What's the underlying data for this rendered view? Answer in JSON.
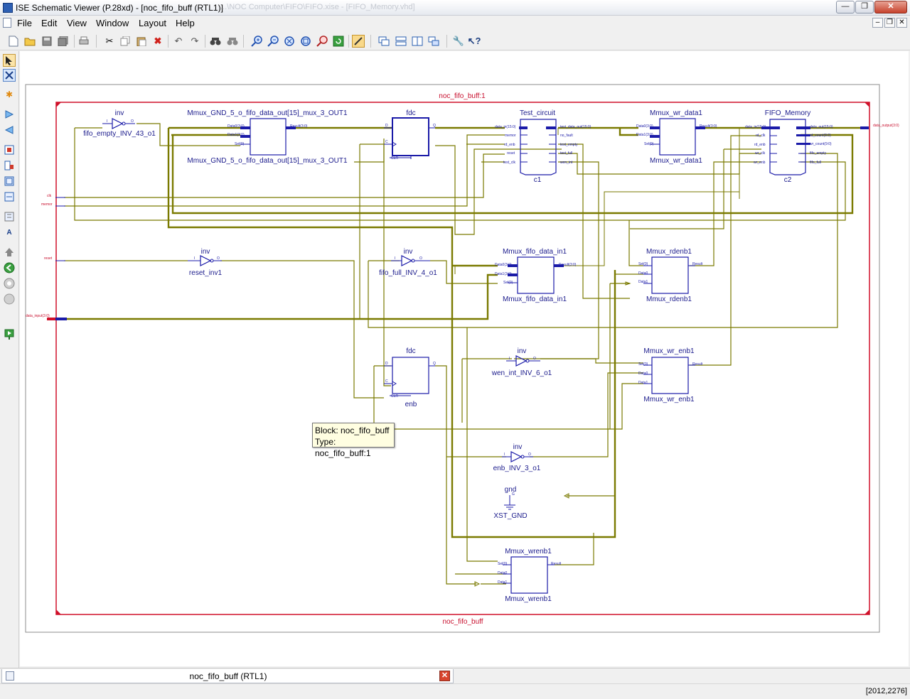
{
  "window": {
    "title": "ISE Schematic Viewer (P.28xd) - [noc_fifo_buff (RTL1)]",
    "background_title": "...\\NOC Computer\\FIFO\\FIFO.xise - [FIFO_Memory.vhd]",
    "minimize": "—",
    "maximize": "❐",
    "close": "✕"
  },
  "menu": [
    "File",
    "Edit",
    "View",
    "Window",
    "Layout",
    "Help"
  ],
  "mdi_controls": [
    "–",
    "❐",
    "✕"
  ],
  "toolbar": {
    "icons": [
      "new-icon",
      "open-icon",
      "save-icon",
      "save-all-icon",
      "print-icon",
      "cut-icon",
      "copy-icon",
      "paste-icon",
      "delete-icon",
      "undo-icon",
      "redo-icon",
      "find-icon",
      "find-next-icon",
      "zoom-in-icon",
      "zoom-out-icon",
      "zoom-full-icon",
      "zoom-box-icon",
      "zoom-selected-icon",
      "refresh-icon",
      "select-mode-icon",
      "cascade-icon",
      "tile-horizontal-icon",
      "tile-vertical-icon",
      "windows-icon",
      "properties-icon",
      "help-icon"
    ]
  },
  "left_toolbar": {
    "icons": [
      "select-arrow-icon",
      "net-select-icon",
      "add-objects-icon",
      "forward-icon",
      "back-icon",
      "schematic-icon",
      "expand-icon",
      "collapse-icon",
      "copy-schematic-icon",
      "text-icon",
      "push-icon",
      "back-green-icon",
      "circle-icon",
      "redo-circle-icon",
      "run-icon"
    ]
  },
  "schematic": {
    "top_block_name": "noc_fifo_buff:1",
    "top_block_type": "noc_fifo_buff",
    "ports_left": [
      "clk",
      "memor",
      "reset",
      "data_input(3:0)"
    ],
    "port_right": "data_output(3:0)",
    "mux_pins": [
      "Data0(3:0)",
      "Data1(3:0)",
      "Sel(0)",
      "Result(3:0)"
    ],
    "mux_pins_1bit": [
      "Sel(0)",
      "Data0",
      "Data1",
      "Result"
    ],
    "inverters": [
      {
        "type": "inv",
        "name": "fifo_empty_INV_43_o1"
      },
      {
        "type": "inv",
        "name": "reset_inv1"
      },
      {
        "type": "inv",
        "name": "fifo_full_INV_4_o1"
      },
      {
        "type": "inv",
        "name": "wen_int_INV_6_o1"
      },
      {
        "type": "inv",
        "name": "enb_INV_3_o1"
      }
    ],
    "inv_pins": [
      "I",
      "O"
    ],
    "fdc_pins": [
      "D",
      "C",
      "CLR",
      "Q"
    ],
    "fdc": [
      {
        "type": "fdc",
        "name": "fdc"
      },
      {
        "type": "fdc",
        "name": "enb"
      }
    ],
    "muxes": {
      "mmux_gnd_top": "Mmux_GND_5_o_fifo_data_out[15]_mux_3_OUT1",
      "mmux_gnd_bottom": "Mmux_GND_5_o_fifo_data_out[15]_mux_3_OUT1",
      "mmux_wr_data1": "Mmux_wr_data1",
      "mmux_fifo_data_in1": "Mmux_fifo_data_in1",
      "mmux_rdenb1": "Mmux_rdenb1",
      "mmux_wr_enb1": "Mmux_wr_enb1",
      "mmux_wrenb1": "Mmux_wrenb1"
    },
    "test_circuit": {
      "type": "Test_circuit",
      "instance": "c1",
      "left_pins": [
        "data_in(15:0)",
        "memor",
        "rd_enb",
        "reset",
        "test_clk"
      ],
      "right_pins": [
        "test_data_out(15:0)",
        "no_fault",
        "test_empty",
        "test_full",
        "wen_int"
      ]
    },
    "fifo_memory": {
      "type": "FIFO_Memory",
      "instance": "c2",
      "left_pins": [
        "data_in(15:0)",
        "rd_clk",
        "rd_enb",
        "wr_clk",
        "wr_enb"
      ],
      "right_pins": [
        "data_out(15:0)",
        "rd_count(9:0)",
        "wr_count(9:0)",
        "fifo_empty",
        "fifo_full"
      ]
    },
    "gnd": {
      "type": "gnd",
      "name": "XST_GND",
      "pin": "G"
    }
  },
  "tooltip": {
    "line1": "Block: noc_fifo_buff",
    "line2": "Type: noc_fifo_buff:1"
  },
  "tab": {
    "label": "noc_fifo_buff (RTL1)",
    "close": "✕"
  },
  "status": {
    "coords": "[2012,2276]"
  },
  "colors": {
    "wire": "#7a7a00",
    "symbol": "#1a1aa8",
    "block_border": "#c8102e",
    "frame": "#808080"
  }
}
